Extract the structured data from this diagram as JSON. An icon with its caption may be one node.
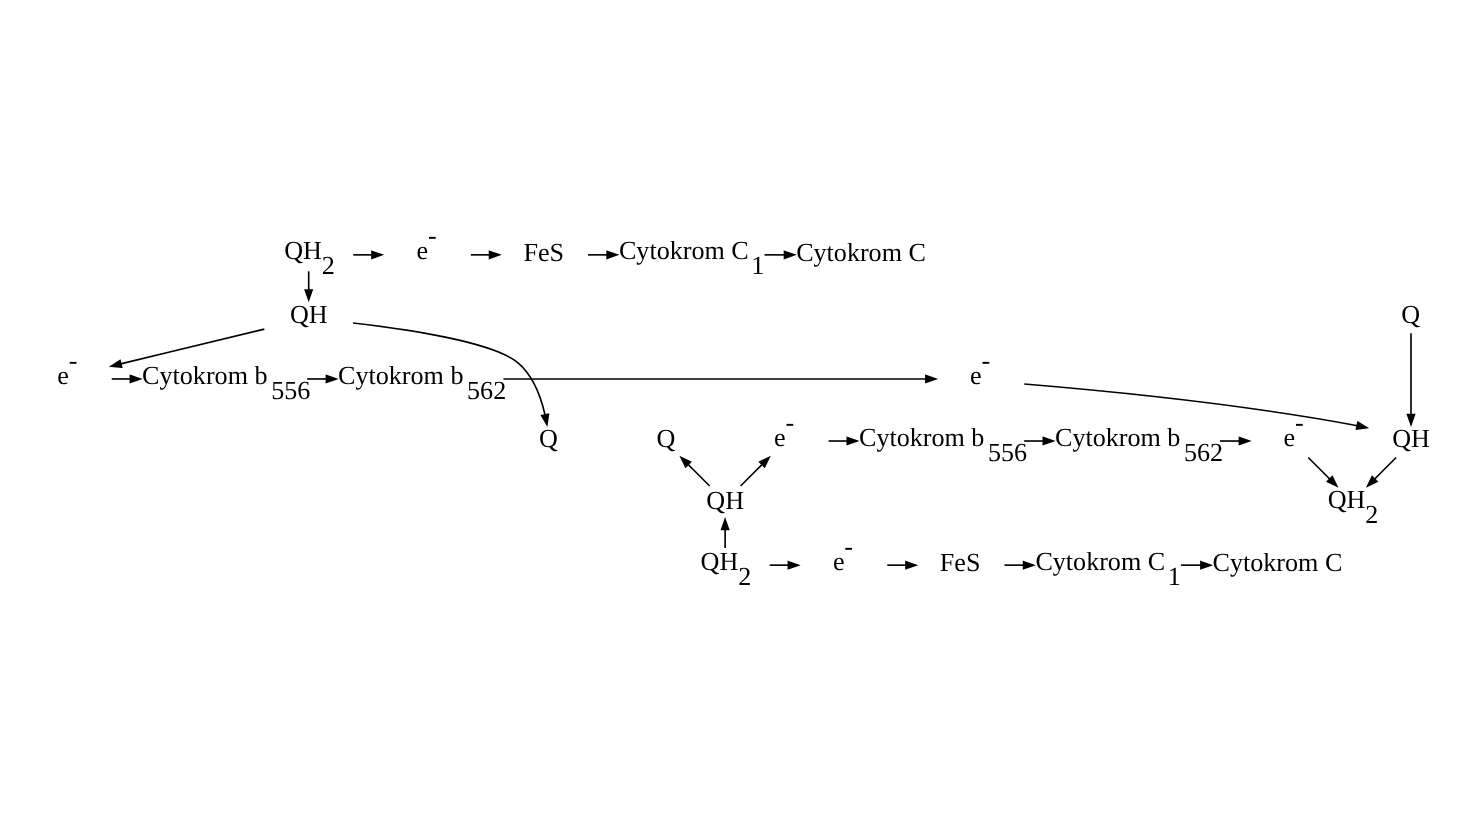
{
  "diagram": {
    "nodes": [
      {
        "text": [
          "QH$_{2}$"
        ]
      },
      {
        "text": [
          "e$^{-}$"
        ]
      },
      {
        "text": [
          "FeS"
        ]
      },
      {
        "text": [
          "Cytokrom C$_{1}$"
        ]
      },
      {
        "text": [
          "Cytokrom C"
        ]
      },
      {
        "text": [
          "Q"
        ]
      },
      {
        "text": [
          "QH"
        ]
      },
      {
        "text": [
          "e$^{-}$"
        ]
      },
      {
        "text": [
          "Cytokrom b$_{556}$"
        ]
      },
      {
        "text": [
          "Cytokrom b$_{562}$"
        ]
      },
      {
        "text": [
          "e$^{-}$"
        ]
      },
      {
        "text": [
          "Q"
        ]
      },
      {
        "text": [
          "QH"
        ]
      },
      {
        "text": [
          "Q"
        ]
      },
      {
        "text": [
          "e$^{-}$"
        ]
      },
      {
        "text": [
          "Cytokrom b$_{556}$"
        ]
      },
      {
        "text": [
          "Cytokrom b$_{562}$"
        ]
      },
      {
        "text": [
          "e$^{-}$"
        ]
      },
      {
        "text": [
          "QH"
        ]
      },
      {
        "text": [
          "QH$_{2}$"
        ]
      },
      {
        "text": [
          "QH$_{2}$"
        ]
      },
      {
        "text": [
          "e$^{-}$"
        ]
      },
      {
        "text": [
          "FeS"
        ]
      },
      {
        "text": [
          "Cytokrom C$_{1}$"
        ]
      },
      {
        "text": [
          "Cytokrom C"
        ]
      }
    ],
    "edges": [
      {
        "from": 0,
        "to": 1,
        "arrow": "to"
      },
      {
        "from": 1,
        "to": 2,
        "arrow": "to"
      },
      {
        "from": 2,
        "to": 3,
        "arrow": "to"
      },
      {
        "from": 3,
        "to": 4,
        "arrow": "to"
      },
      {
        "from": 0,
        "to": 6,
        "arrow": "to"
      },
      {
        "from": 6,
        "to": 11,
        "arrow": "to"
      },
      {
        "from": 6,
        "to": 7,
        "arrow": "to"
      },
      {
        "from": 7,
        "to": 8,
        "arrow": "to"
      },
      {
        "from": 8,
        "to": 9,
        "arrow": "to"
      },
      {
        "from": 9,
        "to": 10,
        "arrow": "to"
      },
      {
        "from": 10,
        "to": 12,
        "arrow": "to"
      },
      {
        "from": 5,
        "to": 12,
        "arrow": "to"
      },
      {
        "from": 12,
        "to": 19,
        "arrow": "to"
      },
      {
        "from": 18,
        "to": 13,
        "arrow": "to"
      },
      {
        "from": 18,
        "to": 14,
        "arrow": "to"
      },
      {
        "from": 14,
        "to": 15,
        "arrow": "to"
      },
      {
        "from": 15,
        "to": 16,
        "arrow": "to"
      },
      {
        "from": 16,
        "to": 17,
        "arrow": "to"
      },
      {
        "from": 17,
        "to": 19,
        "arrow": "to"
      },
      {
        "from": 20,
        "to": 18,
        "arrow": "to"
      },
      {
        "from": 20,
        "to": 21,
        "arrow": "to"
      },
      {
        "from": 21,
        "to": 22,
        "arrow": "to"
      },
      {
        "from": 22,
        "to": 23,
        "arrow": "to"
      },
      {
        "from": 23,
        "to": 24,
        "arrow": "to"
      }
    ]
  }
}
